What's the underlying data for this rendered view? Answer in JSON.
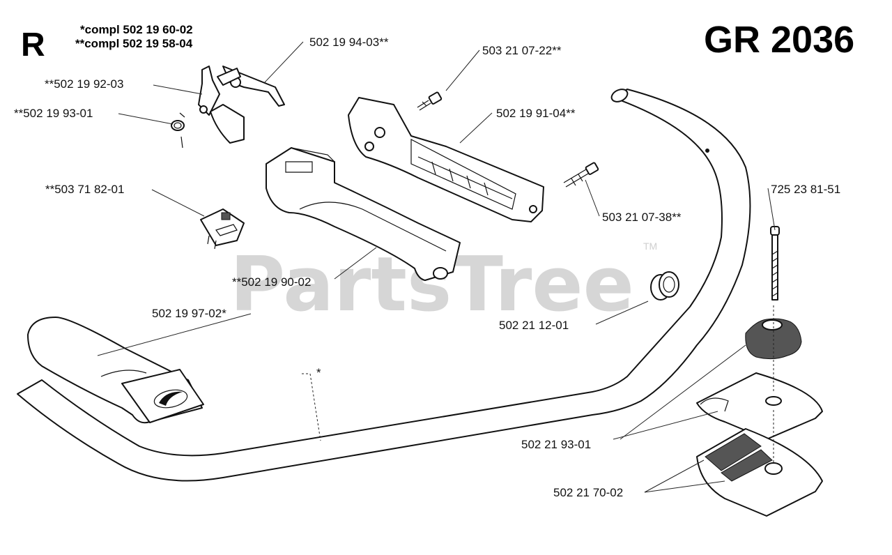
{
  "header": {
    "section_letter": "R",
    "note_1": "*compl 502 19 60-02",
    "note_2": "**compl 502 19 58-04",
    "model": "GR 2036"
  },
  "watermark": {
    "text": "PartsTree",
    "mark": "TM"
  },
  "callouts": [
    "502 19 94-03**",
    "**502 19 92-03",
    "**502 19 93-01",
    "503 21 07-22**",
    "502 19 91-04**",
    "**503 71 82-01",
    "503 21 07-38**",
    "725 23 81-51",
    "**502 19 90-02",
    "502 19 97-02*",
    "502 21 12-01",
    "*",
    "502 21 93-01",
    "502 21 70-02"
  ],
  "colors": {
    "line": "#111111",
    "watermark": "#d6d6d6",
    "background": "#ffffff"
  }
}
